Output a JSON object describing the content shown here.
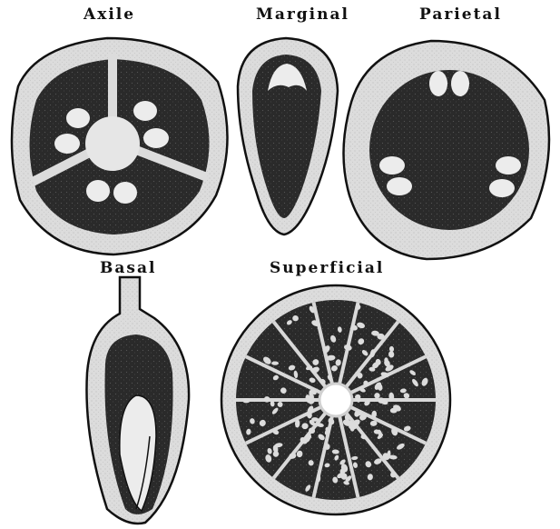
{
  "labels": {
    "axile": "Axile",
    "marginal": "Marginal",
    "parietal": "Parietal",
    "basal": "Basal",
    "superficial": "Superficial"
  },
  "colors": {
    "wall": "#d9d9d9",
    "locule": "#2a2a2a",
    "ovule": "#e8e8e8",
    "outline": "#111111",
    "background": "#ffffff"
  }
}
